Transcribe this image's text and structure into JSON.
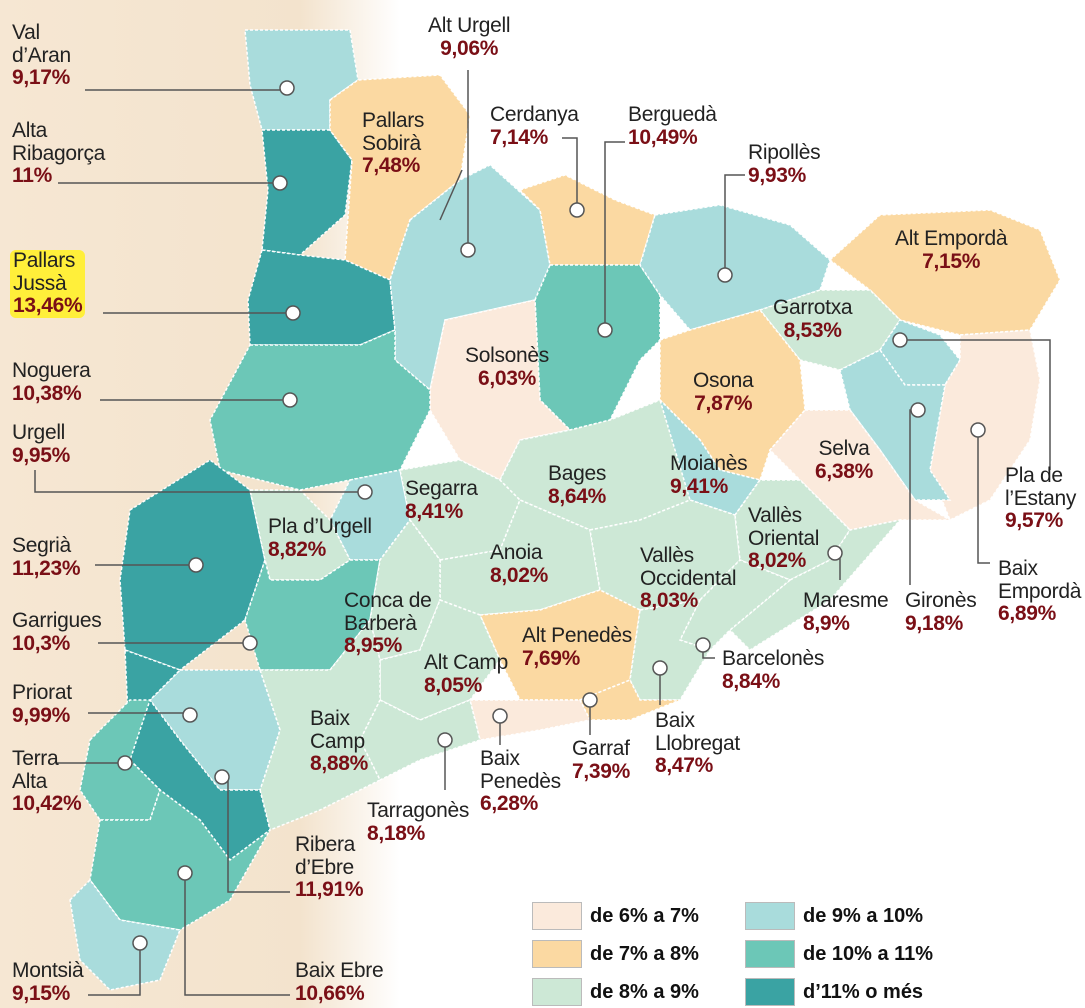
{
  "regions": [
    {
      "id": "val-daran",
      "name": "Val\nd’Aran",
      "pct": "9,17%",
      "color": "#a9dcdc"
    },
    {
      "id": "alta-ribagorca",
      "name": "Alta\nRibagorça",
      "pct": "11%",
      "color": "#3aa3a3"
    },
    {
      "id": "pallars-jussa",
      "name": "Pallars\nJussà",
      "pct": "13,46%",
      "color": "#3aa3a3"
    },
    {
      "id": "noguera",
      "name": "Noguera",
      "pct": "10,38%",
      "color": "#6cc7b7"
    },
    {
      "id": "urgell",
      "name": "Urgell",
      "pct": "9,95%",
      "color": "#a9dcdc"
    },
    {
      "id": "segria",
      "name": "Segrià",
      "pct": "11,23%",
      "color": "#3aa3a3"
    },
    {
      "id": "garrigues",
      "name": "Garrigues",
      "pct": "10,3%",
      "color": "#6cc7b7"
    },
    {
      "id": "priorat",
      "name": "Priorat",
      "pct": "9,99%",
      "color": "#a9dcdc"
    },
    {
      "id": "terra-alta",
      "name": "Terra\nAlta",
      "pct": "10,42%",
      "color": "#6cc7b7"
    },
    {
      "id": "montsia",
      "name": "Montsià",
      "pct": "9,15%",
      "color": "#a9dcdc"
    },
    {
      "id": "baix-ebre",
      "name": "Baix Ebre",
      "pct": "10,66%",
      "color": "#6cc7b7"
    },
    {
      "id": "ribera-debre",
      "name": "Ribera\nd’Ebre",
      "pct": "11,91%",
      "color": "#3aa3a3"
    },
    {
      "id": "alt-urgell",
      "name": "Alt Urgell",
      "pct": "9,06%",
      "color": "#a9dcdc"
    },
    {
      "id": "pallars-sobira",
      "name": "Pallars\nSobirà",
      "pct": "7,48%",
      "color": "#fbd9a2"
    },
    {
      "id": "cerdanya",
      "name": "Cerdanya",
      "pct": "7,14%",
      "color": "#fbd9a2"
    },
    {
      "id": "bergueda",
      "name": "Berguedà",
      "pct": "10,49%",
      "color": "#6cc7b7"
    },
    {
      "id": "ripolles",
      "name": "Ripollès",
      "pct": "9,93%",
      "color": "#a9dcdc"
    },
    {
      "id": "alt-emporda",
      "name": "Alt Empordà",
      "pct": "7,15%",
      "color": "#fbd9a2"
    },
    {
      "id": "garrotxa",
      "name": "Garrotxa",
      "pct": "8,53%",
      "color": "#cde8d6"
    },
    {
      "id": "solsones",
      "name": "Solsonès",
      "pct": "6,03%",
      "color": "#fbeadc"
    },
    {
      "id": "osona",
      "name": "Osona",
      "pct": "7,87%",
      "color": "#fbd9a2"
    },
    {
      "id": "selva",
      "name": "Selva",
      "pct": "6,38%",
      "color": "#fbeadc"
    },
    {
      "id": "pla-de-lestany",
      "name": "Pla de\nl’Estany",
      "pct": "9,57%",
      "color": "#a9dcdc"
    },
    {
      "id": "baix-emporda",
      "name": "Baix\nEmpordà",
      "pct": "6,89%",
      "color": "#fbeadc"
    },
    {
      "id": "girones",
      "name": "Gironès",
      "pct": "9,18%",
      "color": "#a9dcdc"
    },
    {
      "id": "maresme",
      "name": "Maresme",
      "pct": "8,9%",
      "color": "#cde8d6"
    },
    {
      "id": "segarra",
      "name": "Segarra",
      "pct": "8,41%",
      "color": "#cde8d6"
    },
    {
      "id": "bages",
      "name": "Bages",
      "pct": "8,64%",
      "color": "#cde8d6"
    },
    {
      "id": "moianes",
      "name": "Moianès",
      "pct": "9,41%",
      "color": "#a9dcdc"
    },
    {
      "id": "valles-oriental",
      "name": "Vallès\nOriental",
      "pct": "8,02%",
      "color": "#cde8d6"
    },
    {
      "id": "pla-durgell",
      "name": "Pla d’Urgell",
      "pct": "8,82%",
      "color": "#cde8d6"
    },
    {
      "id": "anoia",
      "name": "Anoia",
      "pct": "8,02%",
      "color": "#cde8d6"
    },
    {
      "id": "valles-occidental",
      "name": "Vallès\nOccidental",
      "pct": "8,03%",
      "color": "#cde8d6"
    },
    {
      "id": "conca-de-barbera",
      "name": "Conca de\nBarberà",
      "pct": "8,95%",
      "color": "#cde8d6"
    },
    {
      "id": "alt-penedes",
      "name": "Alt Penedès",
      "pct": "7,69%",
      "color": "#fbd9a2"
    },
    {
      "id": "alt-camp",
      "name": "Alt Camp",
      "pct": "8,05%",
      "color": "#cde8d6"
    },
    {
      "id": "barcelones",
      "name": "Barcelonès",
      "pct": "8,84%",
      "color": "#cde8d6"
    },
    {
      "id": "baix-camp",
      "name": "Baix\nCamp",
      "pct": "8,88%",
      "color": "#cde8d6"
    },
    {
      "id": "baix-penedes",
      "name": "Baix\nPenedès",
      "pct": "6,28%",
      "color": "#fbeadc"
    },
    {
      "id": "garraf",
      "name": "Garraf",
      "pct": "7,39%",
      "color": "#fbd9a2"
    },
    {
      "id": "baix-llobregat",
      "name": "Baix\nLlobregat",
      "pct": "8,47%",
      "color": "#cde8d6"
    },
    {
      "id": "tarragones",
      "name": "Tarragonès",
      "pct": "8,18%",
      "color": "#cde8d6"
    }
  ],
  "highlighted": "pallars-jussa",
  "legend": [
    {
      "label": "de 6% a 7%",
      "color": "#fbeadc"
    },
    {
      "label": "de 7% a 8%",
      "color": "#fbd9a2"
    },
    {
      "label": "de 8% a 9%",
      "color": "#cde8d6"
    },
    {
      "label": "de 9% a 10%",
      "color": "#a9dcdc"
    },
    {
      "label": "de 10% a 11%",
      "color": "#6cc7b7"
    },
    {
      "label": "d’11% o més",
      "color": "#3aa3a3"
    }
  ]
}
